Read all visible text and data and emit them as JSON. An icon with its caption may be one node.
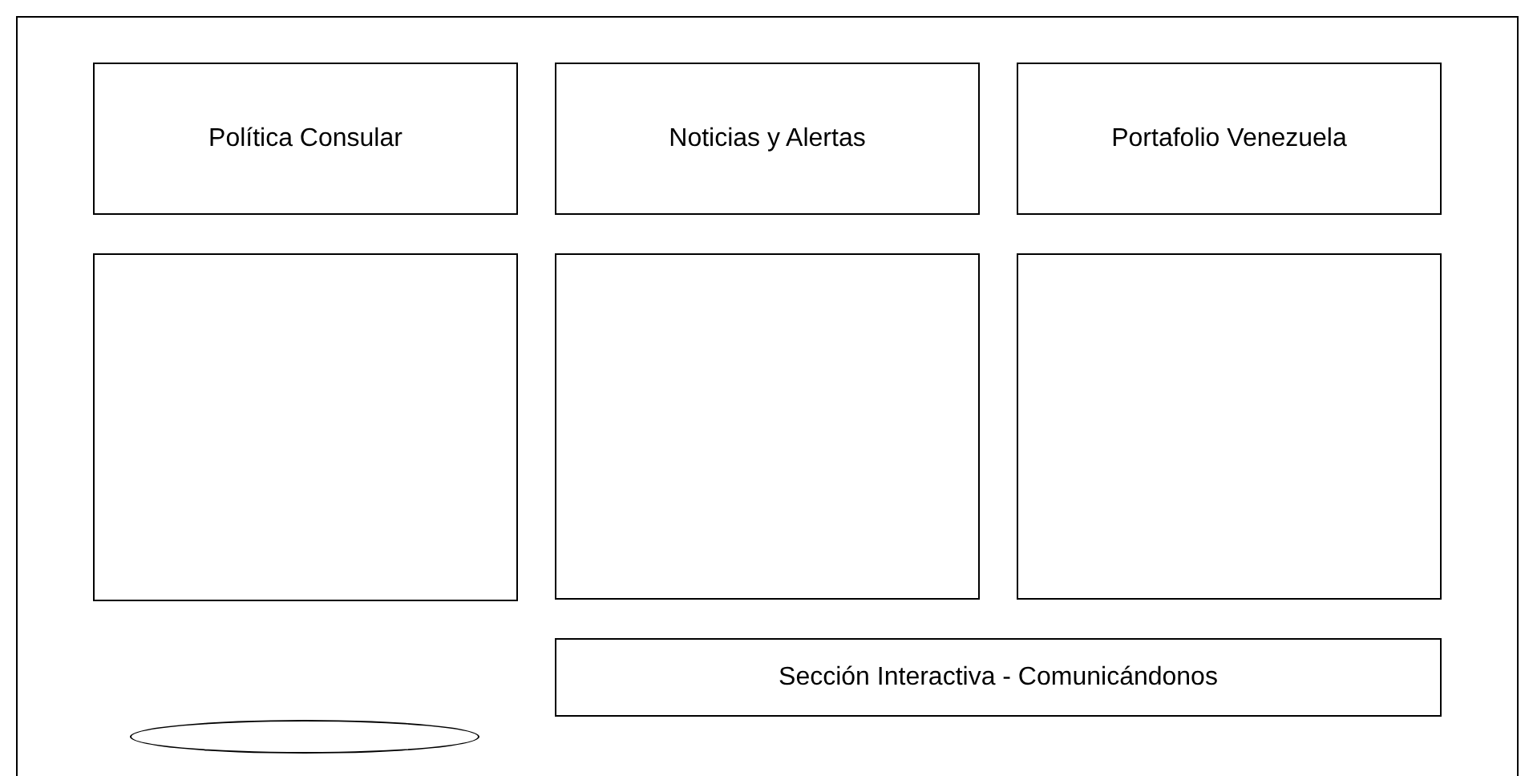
{
  "diagram": {
    "nodes": [
      {
        "text": [],
        "shape": "box"
      },
      {
        "text": [
          "Política Consular"
        ],
        "in": 0
      },
      {
        "text": [
          "Noticias y Alertas"
        ],
        "in": 0
      },
      {
        "text": [
          "Portafolio Venezuela"
        ],
        "in": 0
      },
      {
        "text": [],
        "shape": "box",
        "in": 0
      },
      {
        "text": [],
        "shape": "box",
        "in": 0
      },
      {
        "text": [],
        "shape": "box",
        "in": 0
      },
      {
        "text": [],
        "shape": "ellipse",
        "in": 0
      },
      {
        "text": [
          "Sección Interactiva - Comunicándonos"
        ],
        "in": 0
      }
    ]
  }
}
